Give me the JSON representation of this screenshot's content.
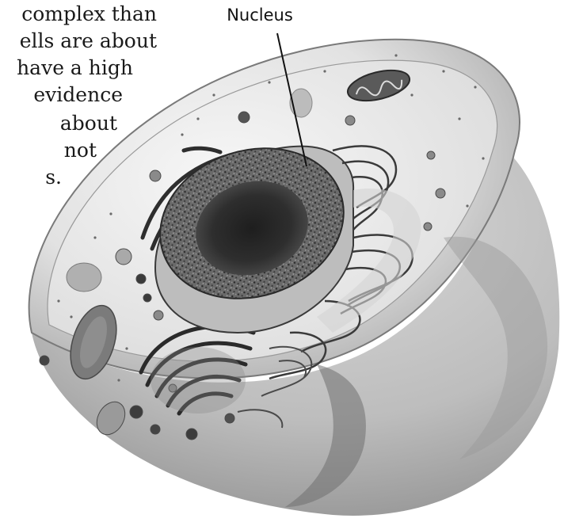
{
  "text_fragment": {
    "lines": [
      "complex than",
      "ells are about",
      "have a high",
      "evidence",
      "about",
      "not",
      "s."
    ]
  },
  "diagram": {
    "labels": {
      "nucleus": "Nucleus"
    }
  }
}
